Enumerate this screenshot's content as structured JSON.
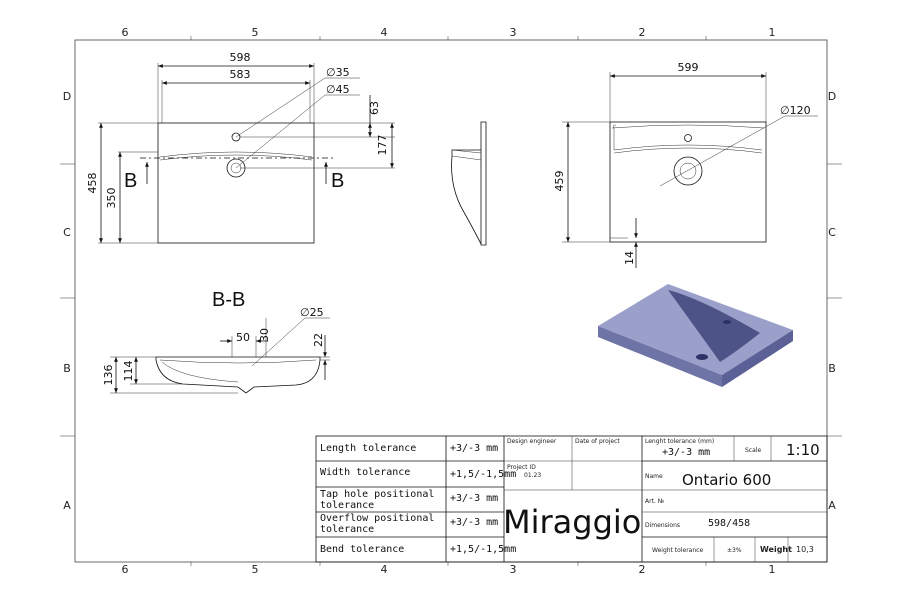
{
  "grid": {
    "columns": [
      "6",
      "5",
      "4",
      "3",
      "2",
      "1"
    ],
    "rows": [
      "D",
      "C",
      "B",
      "A"
    ]
  },
  "top_view": {
    "width_outer": "598",
    "width_inner": "583",
    "tap_hole": "∅35",
    "overflow_hole": "∅45",
    "depth_outer": "458",
    "depth_inner": "350",
    "tap_offset": "63",
    "tap_depth": "177",
    "section_marker": "B"
  },
  "front_view": {
    "width": "599",
    "drain_hole": "∅120",
    "height": "459",
    "thickness": "14"
  },
  "section": {
    "title": "B-B",
    "hole": "∅25",
    "dim_50": "50",
    "dim_30": "30",
    "dim_22": "22",
    "height_outer": "136",
    "height_inner": "114"
  },
  "title_block": {
    "tolerances": [
      {
        "label": "Length tolerance",
        "value": "+3/-3 mm"
      },
      {
        "label": "Width tolerance",
        "value": "+1,5/-1,5mm"
      },
      {
        "label_line1": "Tap hole positional",
        "label_line2": "tolerance",
        "value": "+3/-3 mm"
      },
      {
        "label_line1": "Overflow positional",
        "label_line2": "tolerance",
        "value": "+3/-3 mm"
      },
      {
        "label": "Bend tolerance",
        "value": "+1,5/-1,5mm"
      }
    ],
    "design_engineer": "Design engineer",
    "date_of_project": "Date of project",
    "project_id_label": "Project ID",
    "project_id": "01.23",
    "brand": "Miraggio",
    "length_tol_label": "Lenght tolerance (mm)",
    "length_tol_value": "+3/-3 mm",
    "scale_label": "Scale",
    "scale_value": "1:10",
    "name_label": "Name",
    "name_value": "Ontario 600",
    "art_label": "Art. №",
    "dimensions_label": "Dimensions",
    "dimensions_value": "598/458",
    "weight_tol_label": "Weight tolerance",
    "weight_tol_value": "±3%",
    "weight_label": "Weight",
    "weight_value": "10,3"
  },
  "colors": {
    "render_top": "#9aa0c9",
    "render_side": "#6e74a6",
    "render_bowl": "#4d5387"
  }
}
